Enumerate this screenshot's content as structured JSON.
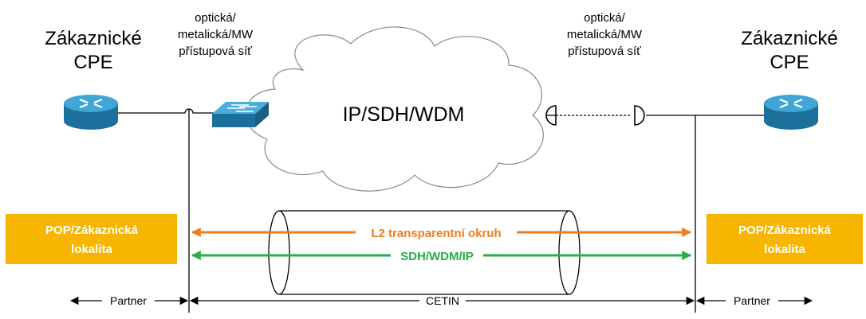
{
  "left_site": {
    "title_line1": "Zákaznické",
    "title_line2": "CPE",
    "access_line1": "optická/",
    "access_line2": "metalická/MW",
    "access_line3": "přístupová síť",
    "location_line1": "POP/Zákaznická",
    "location_line2": "lokalita"
  },
  "right_site": {
    "title_line1": "Zákaznické",
    "title_line2": "CPE",
    "access_line1": "optická/",
    "access_line2": "metalická/MW",
    "access_line3": "přístupová síť",
    "location_line1": "POP/Zákaznická",
    "location_line2": "lokalita"
  },
  "cloud_label": "IP/SDH/WDM",
  "tunnel": {
    "l2_label": "L2 transparentní okruh",
    "transport_label": "SDH/WDM/IP"
  },
  "scope": {
    "left_label": "Partner",
    "middle_label": "CETIN",
    "right_label": "Partner"
  },
  "colors": {
    "router_blue": "#2b8fc0",
    "switch_blue": "#2f8fc4",
    "location_box": "#f7b500",
    "l2_arrow": "#f07c1e",
    "transport_arrow": "#27ae47",
    "line": "#000000"
  }
}
